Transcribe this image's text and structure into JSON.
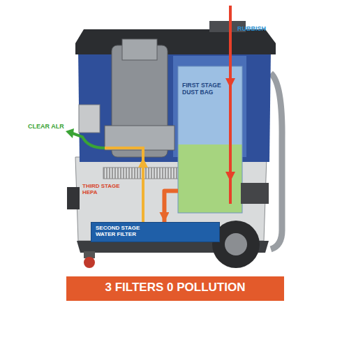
{
  "diagram": {
    "nodes": [
      {
        "text": [
          "FIRST STAGE DUST BAG"
        ]
      },
      {
        "text": [
          "SECOND STAGE WATER FILTER"
        ]
      },
      {
        "text": [
          "3 FILTERS 0 POLLUTION"
        ]
      }
    ],
    "edges": [
      {
        "from": 0,
        "to": 1,
        "arrow": "to"
      }
    ],
    "labels": [
      "RUBBISH",
      "CLEAR ALR",
      "THIRD STAGE HEPA"
    ]
  }
}
